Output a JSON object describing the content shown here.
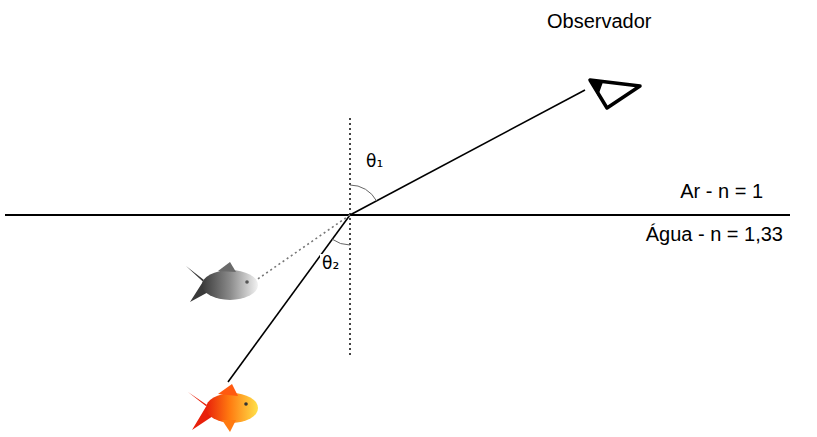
{
  "diagram": {
    "labels": [
      "Observador",
      "θ₁",
      "θ₂",
      "Ar - n = 1",
      "Água - n = 1,33"
    ]
  }
}
